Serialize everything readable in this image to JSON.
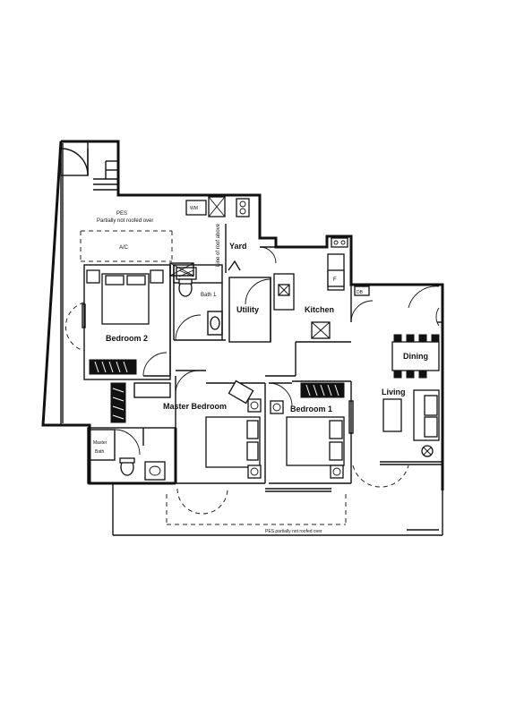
{
  "rooms": {
    "pes": "PES",
    "pes_note": "Partially not roofed over",
    "ac": "A/C",
    "wm": "WM",
    "yard": "Yard",
    "line_of_roof": "Line of roof above",
    "bath1": "Bath 1",
    "utility": "Utility",
    "kitchen": "Kitchen",
    "fridge": "F",
    "db": "DB",
    "bedroom2": "Bedroom 2",
    "dining": "Dining",
    "living": "Living",
    "master_bedroom": "Master Bedroom",
    "bedroom1": "Bedroom 1",
    "master_bath_line1": "Master",
    "master_bath_line2": "Bath",
    "bottom_note": "PES partially not roofed over"
  },
  "colors": {
    "walls": "#111111",
    "background": "#ffffff"
  }
}
